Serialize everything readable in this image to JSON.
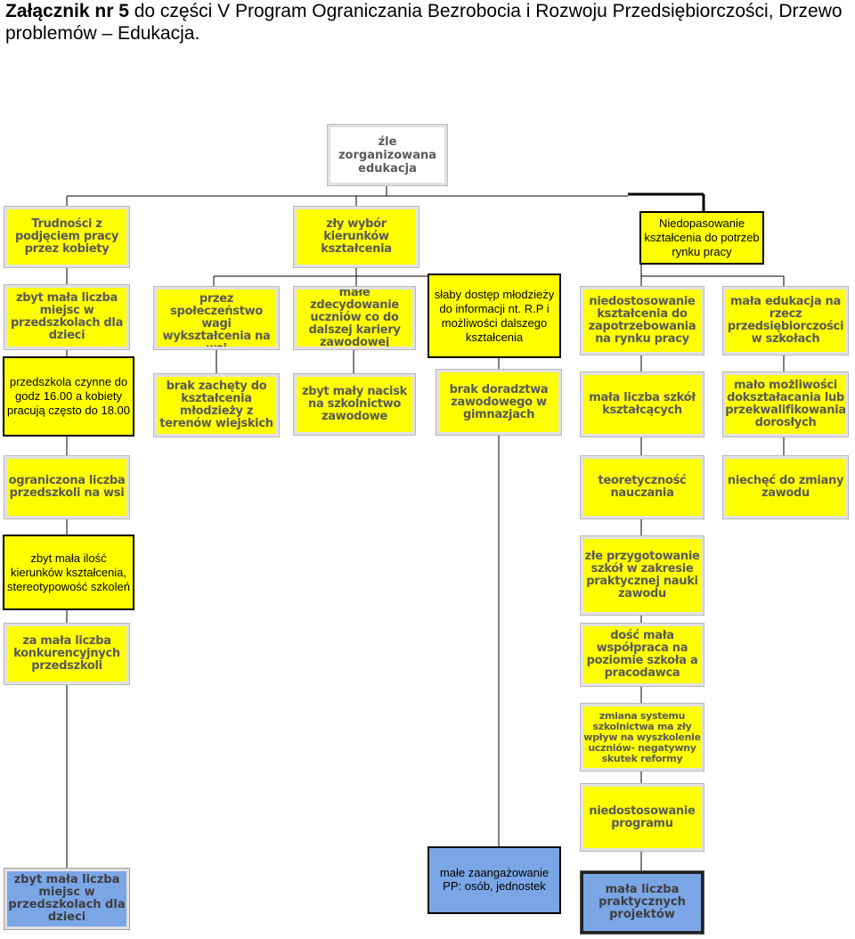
{
  "header": {
    "bold": "Załącznik nr 5",
    "rest": " do części V Program Ograniczania Bezrobocia i Rozwoju Przedsiębiorczości, Drzewo problemów – Edukacja."
  },
  "tree": {
    "root": "źle zorganizowana edukacja",
    "col1": {
      "head": "Trudności z podjęciem pracy przez kobiety",
      "items": [
        "zbyt mała liczba miejsc w przedszkolach dla dzieci",
        "przedszkola czynne do godz 16.00 a kobiety pracują często do 18.00",
        "ograniczona liczba przedszkoli na wsi",
        "zbyt mała ilość kierunków kształcenia, stereotypowość szkoleń",
        "za mała liczba konkurencyjnych przedszkoli",
        "zbyt mała liczba miejsc w przedszkolach dla dzieci"
      ]
    },
    "col2": {
      "items": [
        "niedocenianie przez społeczeństwo wagi wykształcenia na wsi",
        "brak zachęty do kształcenia młodzieży z terenów wiejskich"
      ]
    },
    "col3": {
      "head": "zły wybór kierunków kształcenia",
      "items": [
        "małe zdecydowanie uczniów co do dalszej kariery zawodowej",
        "zbyt mały nacisk na szkolnictwo zawodowe"
      ]
    },
    "col4": {
      "items": [
        "słaby dostęp młodzieży do informacji nt. R.P i możliwości dalszego kształcenia",
        "brak doradztwa zawodowego w gimnazjach",
        "małe zaangażowanie PP: osób, jednostek"
      ]
    },
    "col5": {
      "head": "Niedopasowanie kształcenia do potrzeb rynku pracy",
      "items": [
        "niedostosowanie kształcenia do zapotrzebowania na rynku pracy",
        "mała liczba szkół kształcących",
        "teoretyczność nauczania",
        "złe przygotowanie szkół w zakresie praktycznej nauki zawodu",
        "dość mała współpraca na poziomie szkoła a pracodawca",
        "zmiana systemu szkolnictwa ma zły wpływ na wyszkolenie uczniów- negatywny skutek reformy",
        "niedostosowanie programu",
        "mała liczba praktycznych projektów"
      ]
    },
    "col6": {
      "items": [
        "mała edukacja na rzecz przedsiębiorczości w szkołach",
        "mało możliwości dokształacania lub przekwalifikowania dorosłych",
        "niechęć do zmiany zawodu"
      ]
    }
  }
}
